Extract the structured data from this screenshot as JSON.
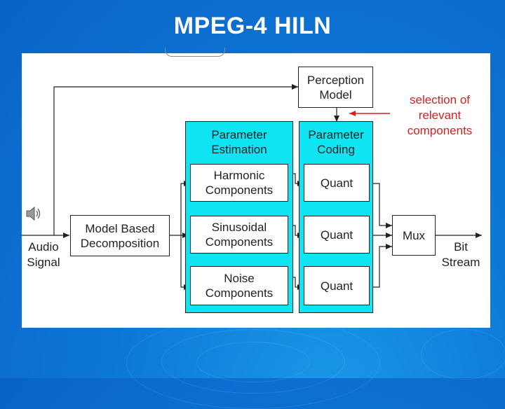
{
  "slide": {
    "title": "MPEG-4 HILN"
  },
  "diagram": {
    "perception_model": "Perception\nModel",
    "selection_note": "selection of\nrelevant\ncomponents",
    "param_estimation_header": "Parameter\nEstimation",
    "param_coding_header": "Parameter\nCoding",
    "harmonic": "Harmonic\nComponents",
    "sinusoidal": "Sinusoidal\nComponents",
    "noise": "Noise\nComponents",
    "quant_1": "Quant",
    "quant_2": "Quant",
    "quant_3": "Quant",
    "decomposition": "Model Based\nDecomposition",
    "mux": "Mux",
    "input_label": "Audio\nSignal",
    "output_label": "Bit\nStream"
  },
  "colors": {
    "background": "#0a63c7",
    "panel": "#0fe4f2",
    "annotation": "#d61f1f"
  },
  "icons": [
    "speaker-icon"
  ]
}
